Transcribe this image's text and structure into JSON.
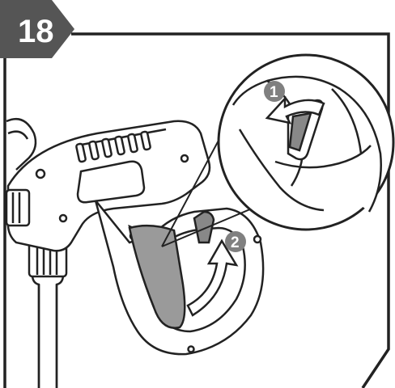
{
  "step": {
    "number": "18"
  },
  "callouts": [
    {
      "number": "1"
    },
    {
      "number": "2"
    }
  ],
  "colors": {
    "badge_fill": "#555555",
    "callout_fill": "#808080",
    "arrow_fill": "#ffffff",
    "line": "#222222",
    "trigger_fill": "#9a9a9a",
    "latch_fill": "#888888"
  },
  "icons": {
    "arrow_1": "curved-arrow-left-icon",
    "arrow_2": "curved-arrow-up-icon"
  }
}
